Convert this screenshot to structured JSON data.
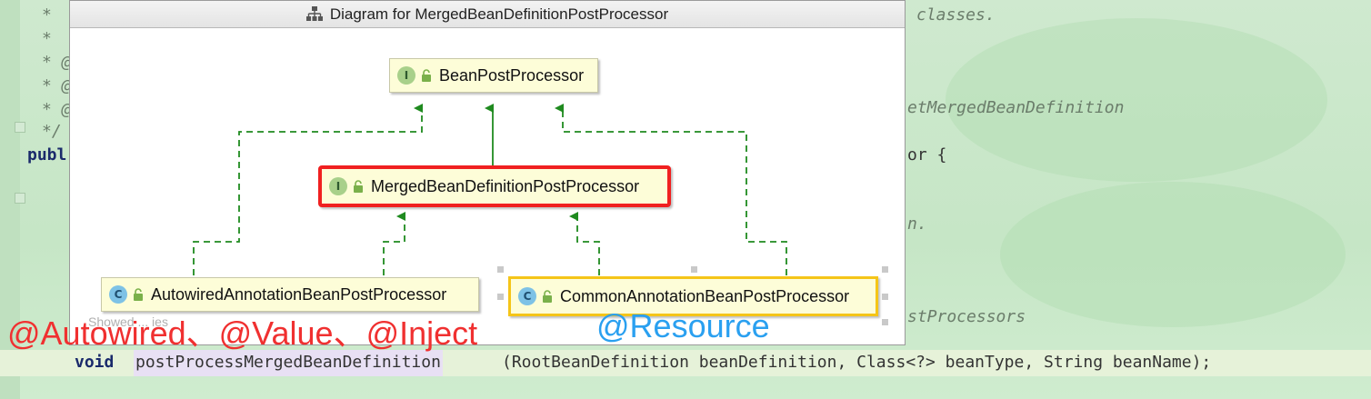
{
  "window": {
    "title": "Diagram for MergedBeanDefinitionPostProcessor",
    "title_icon": "hierarchy-diagram-icon"
  },
  "diagram": {
    "nodes": [
      {
        "id": "bpp",
        "kind": "interface",
        "badge": "I",
        "label": "BeanPostProcessor"
      },
      {
        "id": "mbdpp",
        "kind": "interface",
        "badge": "I",
        "label": "MergedBeanDefinitionPostProcessor",
        "highlight": "red"
      },
      {
        "id": "aabpp",
        "kind": "class",
        "badge": "C",
        "label": "AutowiredAnnotationBeanPostProcessor"
      },
      {
        "id": "cabpp",
        "kind": "class",
        "badge": "C",
        "label": "CommonAnnotationBeanPostProcessor",
        "highlight": "yellow"
      }
    ],
    "hint_text": "Showed ... ies",
    "colors": {
      "edge": "#1f8a1f",
      "node_bg": "#fdfdd8",
      "highlight_red": "#f02020",
      "highlight_yellow": "#f5c518"
    }
  },
  "annotations": {
    "left": "@Autowired、@Value、@Inject",
    "right": "@Resource",
    "left_color": "#f03030",
    "right_color": "#2aa0f0"
  },
  "editor": {
    "fragments": [
      {
        "id": "c1",
        "text": "classes."
      },
      {
        "id": "c2",
        "text": "etMergedBeanDefinition"
      },
      {
        "id": "c3",
        "text": "or {"
      },
      {
        "id": "c4",
        "text": "n."
      },
      {
        "id": "c5",
        "text": "stProcessors"
      },
      {
        "id": "l1",
        "text": "*"
      },
      {
        "id": "l2",
        "text": "*"
      },
      {
        "id": "l3",
        "text": "* @"
      },
      {
        "id": "l4",
        "text": "* @"
      },
      {
        "id": "l5",
        "text": "* @"
      },
      {
        "id": "l6",
        "text": "*/"
      },
      {
        "id": "l7",
        "text": "publ"
      }
    ],
    "code_line": {
      "keyword": "void",
      "method": "postProcessMergedBeanDefinition",
      "rest": "(RootBeanDefinition beanDefinition, Class<?> beanType, String beanName);"
    }
  }
}
